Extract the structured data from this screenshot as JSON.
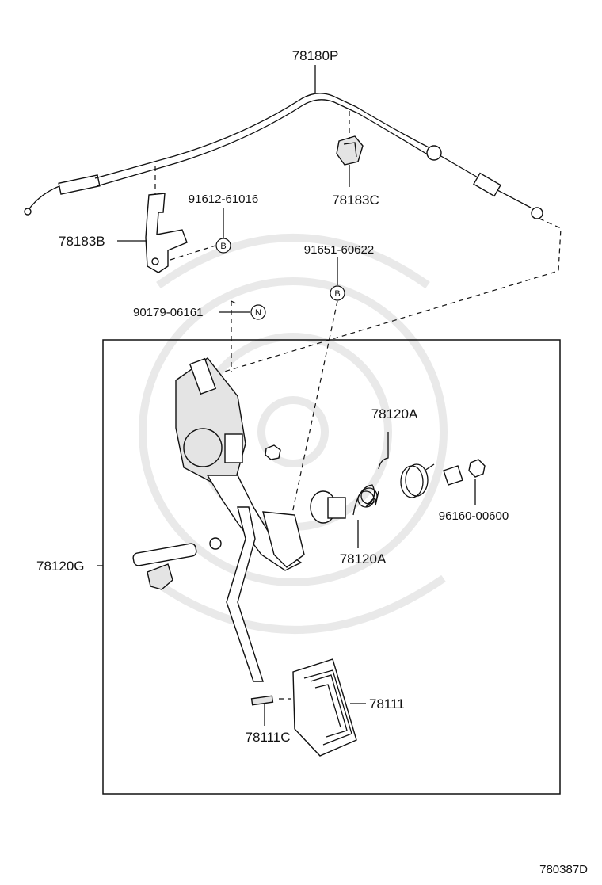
{
  "diagram": {
    "labels": {
      "cable": "78180P",
      "cable_clamp": "78183C",
      "bracket": "78183B",
      "bolt_b1": "91612-61016",
      "bolt_b2": "91651-60622",
      "nut_n": "90179-06161",
      "pedal_assy": "78120G",
      "spring_upper": "78120A",
      "spring_lower": "78120A",
      "nut_right": "96160-00600",
      "pedal_pad": "78111",
      "pad_clip": "78111C",
      "diagram_id": "780387D"
    },
    "badges": {
      "b1": "B",
      "b2": "B",
      "n": "N"
    }
  }
}
